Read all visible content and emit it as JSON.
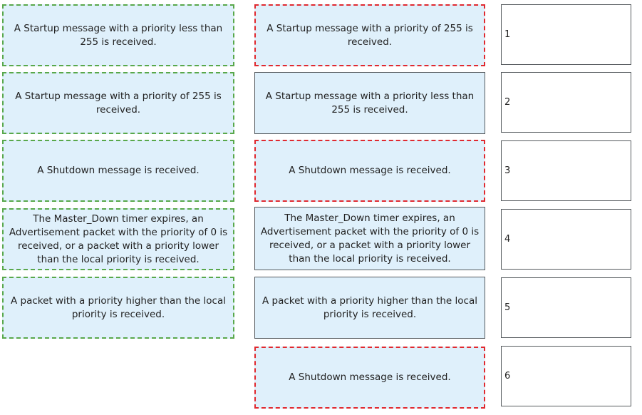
{
  "source_items": [
    {
      "text": "A Startup message with a priority less than 255 is received."
    },
    {
      "text": "A Startup message with a priority of 255 is received."
    },
    {
      "text": "A Shutdown message is received."
    },
    {
      "text": "The Master_Down timer expires, an Advertisement packet with the priority of 0 is received, or a packet with a priority lower than the local priority is received."
    },
    {
      "text": "A packet with a priority higher than the local priority is received."
    }
  ],
  "placed_items": [
    {
      "text": "A Startup message with a priority of 255 is received."
    },
    {
      "text": "A Startup message with a priority less than 255 is received."
    },
    {
      "text": "A Shutdown message is received."
    },
    {
      "text": "The Master_Down timer expires, an Advertisement packet with the priority of 0 is received, or a packet with a priority lower than the local priority is received."
    },
    {
      "text": "A packet with a priority higher than the local priority is received."
    },
    {
      "text": "A Shutdown message is received."
    }
  ],
  "answer_slots": [
    {
      "label": "1"
    },
    {
      "label": "2"
    },
    {
      "label": "3"
    },
    {
      "label": "4"
    },
    {
      "label": "5"
    },
    {
      "label": "6"
    }
  ],
  "colors": {
    "box_fill": "#dff0fb",
    "source_border": "#59a84b",
    "placed_border_red": "#e0292f",
    "placed_border_solid": "#555a5e"
  }
}
